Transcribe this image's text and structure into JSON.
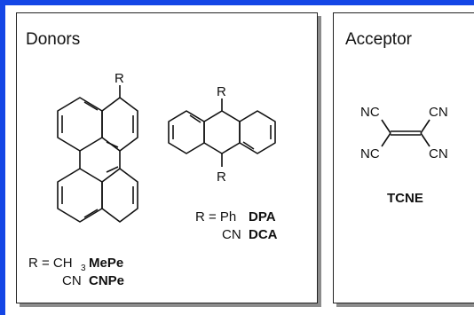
{
  "donors_panel": {
    "title": "Donors",
    "substituent_top": "R",
    "dpa_top": "R",
    "dpa_bottom": "R",
    "perylene_legend": {
      "line1_prefix": "R = CH",
      "line1_subscript": "3",
      "line1_name": "MePe",
      "line2_prefix": "CN",
      "line2_name": "CNPe"
    },
    "anthracene_legend": {
      "line1_prefix": "R = Ph",
      "line1_name": "DPA",
      "line2_prefix": "CN",
      "line2_name": "DCA"
    }
  },
  "acceptor_panel": {
    "title": "Acceptor",
    "nc_top_left": "NC",
    "cn_top_right": "CN",
    "nc_bottom_left": "NC",
    "cn_bottom_right": "CN",
    "name": "TCNE"
  },
  "colors": {
    "frame_blue": "#1446e6",
    "shadow": "#8c8c8c",
    "ink": "#111111"
  }
}
